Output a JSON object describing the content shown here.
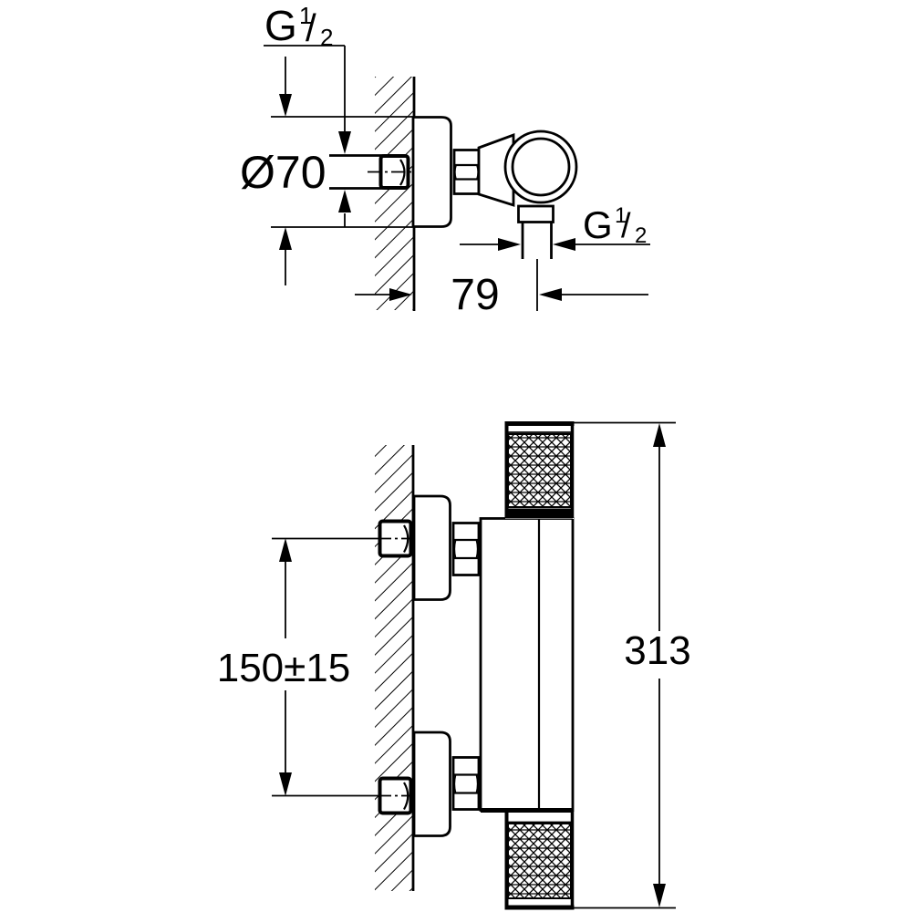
{
  "drawing": {
    "background": "#ffffff",
    "line_color": "#000000",
    "side_view": {
      "labels": {
        "wall_supply_thread": {
          "base": "G",
          "numerator": "1",
          "separator": "/",
          "denominator": "2"
        },
        "escutcheon_diameter": "Ø70",
        "outlet_thread": {
          "base": "G",
          "numerator": "1",
          "separator": "/",
          "denominator": "2"
        },
        "wall_to_outlet_center": "79"
      }
    },
    "front_view": {
      "labels": {
        "inlet_center_distance": "150±15",
        "overall_length": "313"
      }
    }
  }
}
